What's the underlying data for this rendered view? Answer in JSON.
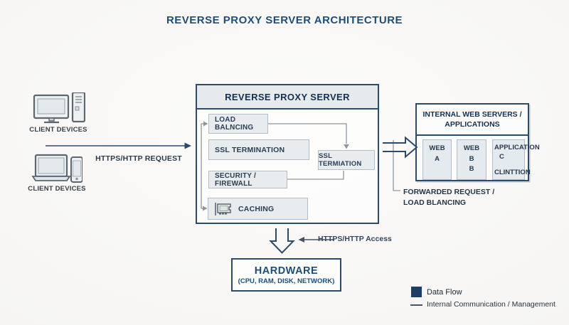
{
  "title": "REVERSE PROXY SERVER ARCHITECTURE",
  "colors": {
    "accent_navy": "#1d4e79",
    "arrow_navy": "#2c4a69",
    "internal_line_gray": "#8e979e",
    "component_fill": "#e8ecef",
    "component_border": "#b3bdc6",
    "legend_square": "#1c3e63"
  },
  "icons": {
    "clients_top": "desktop-and-tower-icon",
    "clients_bottom": "laptop-and-phone-icon",
    "caching": "memory-card-icon",
    "data_flow_swatch": "filled-square-swatch",
    "internal_swatch": "thin-line-swatch"
  },
  "clients": {
    "top_label": "CLIENT DEVICES",
    "bottom_label": "CLIENT DEVICES",
    "request_label": "HTTPS/HTTP REQUEST"
  },
  "proxy": {
    "title": "REVERSE PROXY SERVER",
    "components": [
      "LOAD BALNCING",
      "SSL TERMINATION",
      "SECURITY / FIREWALL",
      "CACHING"
    ],
    "side_component": "SSL TERMIATION"
  },
  "web_servers": {
    "title_line1": "INTERNAL WEB SERVERS /",
    "title_line2": "APPLICATIONS",
    "boxes": [
      {
        "lines": [
          "WEB",
          "A"
        ]
      },
      {
        "lines": [
          "WEB",
          "B",
          "B"
        ]
      },
      {
        "lines": [
          "APPLICATION",
          "C",
          "CLINTTION"
        ]
      }
    ]
  },
  "flows": {
    "forwarded_line1": "FORWARDED REQUEST /",
    "forwarded_line2": "LOAD BLANCING",
    "access_label": "HTTPS/HTTP Access"
  },
  "hardware": {
    "title": "HARDWARE",
    "subtitle": "(CPU, RAM, DISK, NETWORK)"
  },
  "legend": {
    "data_flow": "Data Flow",
    "internal": "Internal Communication / Management"
  }
}
